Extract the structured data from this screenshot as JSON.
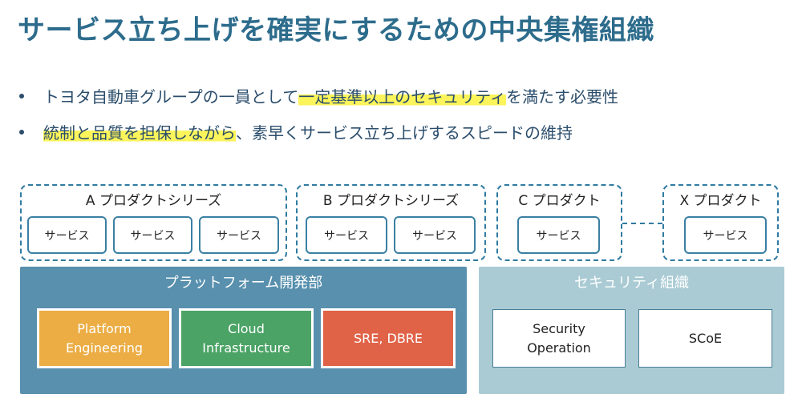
{
  "title": "サービス立ち上げを確実にするための中央集権組織",
  "bullets": [
    {
      "before": "トヨタ自動車グループの一員として",
      "highlight": "一定基準以上のセキュリティ",
      "after": "を満たす必要性"
    },
    {
      "before": "",
      "highlight": "統制と品質を担保しながら",
      "after": "、素早くサービス立ち上げするスピードの維持"
    }
  ],
  "product_groups": [
    {
      "label": "A プロダクトシリーズ",
      "services": [
        "サービス",
        "サービス",
        "サービス"
      ]
    },
    {
      "label": "B プロダクトシリーズ",
      "services": [
        "サービス",
        "サービス"
      ]
    },
    {
      "label": "C プロダクト",
      "services": [
        "サービス"
      ]
    },
    {
      "label": "X プロダクト",
      "services": [
        "サービス"
      ]
    }
  ],
  "platform": {
    "title": "プラットフォーム開発部",
    "color": "#5890ae",
    "teams": [
      {
        "line1": "Platform",
        "line2": "Engineering",
        "color": "#ebad44"
      },
      {
        "line1": "Cloud",
        "line2": "Infrastructure",
        "color": "#4ba366"
      },
      {
        "line1": "SRE, DBRE",
        "line2": "",
        "color": "#e06348"
      }
    ]
  },
  "security": {
    "title": "セキュリティ組織",
    "color": "#aacbd4",
    "teams": [
      {
        "line1": "Security",
        "line2": "Operation"
      },
      {
        "line1": "SCoE",
        "line2": ""
      }
    ]
  },
  "colors": {
    "title": "#2d6c8c",
    "highlight": "#fbf45a",
    "dashed_border": "#2f7aa0"
  }
}
